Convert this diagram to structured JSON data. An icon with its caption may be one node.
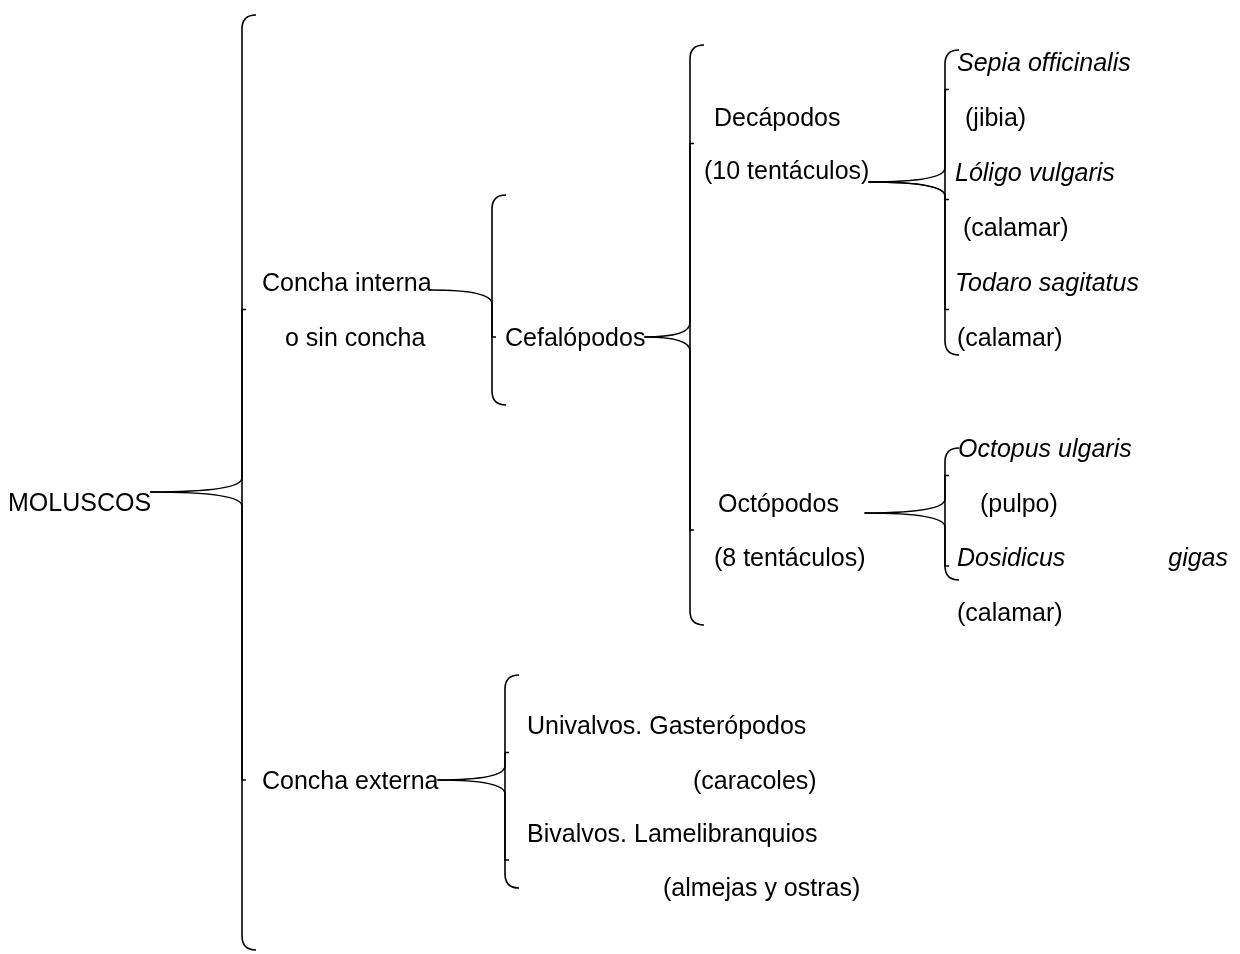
{
  "diagram": {
    "nodes": [
      {
        "text": [
          "MOLUSCOS"
        ]
      },
      {
        "text": [
          "Concha interna",
          "o sin concha"
        ]
      },
      {
        "text": [
          "Cefalópodos"
        ]
      },
      {
        "text": [
          "Decápodos",
          "(10 tentáculos)"
        ]
      },
      {
        "text": [
          "Sepia officinalis",
          "(jibia)"
        ]
      },
      {
        "text": [
          "Lóligo vulgaris",
          "(calamar)"
        ]
      },
      {
        "text": [
          "Todaro sagitatus",
          "(calamar)"
        ]
      },
      {
        "text": [
          "Octópodos",
          "(8 tentáculos)"
        ]
      },
      {
        "text": [
          "Octopus ulgaris",
          "(pulpo)"
        ]
      },
      {
        "text": [
          "Dosidicus gigas",
          "(calamar)"
        ]
      },
      {
        "text": [
          "Concha externa"
        ]
      },
      {
        "text": [
          "Univalvos. Gasterópodos",
          "(caracoles)"
        ]
      },
      {
        "text": [
          "Bivalvos. Lamelibranquios",
          "(almejas y ostras)"
        ]
      }
    ],
    "edges": [
      {
        "from": 0,
        "to": 1,
        "arrow": "none"
      },
      {
        "from": 0,
        "to": 10,
        "arrow": "none"
      },
      {
        "from": 1,
        "to": 2,
        "arrow": "none"
      },
      {
        "from": 2,
        "to": 3,
        "arrow": "none"
      },
      {
        "from": 2,
        "to": 7,
        "arrow": "none"
      },
      {
        "from": 3,
        "to": 4,
        "arrow": "none"
      },
      {
        "from": 3,
        "to": 5,
        "arrow": "none"
      },
      {
        "from": 3,
        "to": 6,
        "arrow": "none"
      },
      {
        "from": 7,
        "to": 8,
        "arrow": "none"
      },
      {
        "from": 7,
        "to": 9,
        "arrow": "none"
      },
      {
        "from": 10,
        "to": 11,
        "arrow": "none"
      },
      {
        "from": 10,
        "to": 12,
        "arrow": "none"
      }
    ]
  }
}
